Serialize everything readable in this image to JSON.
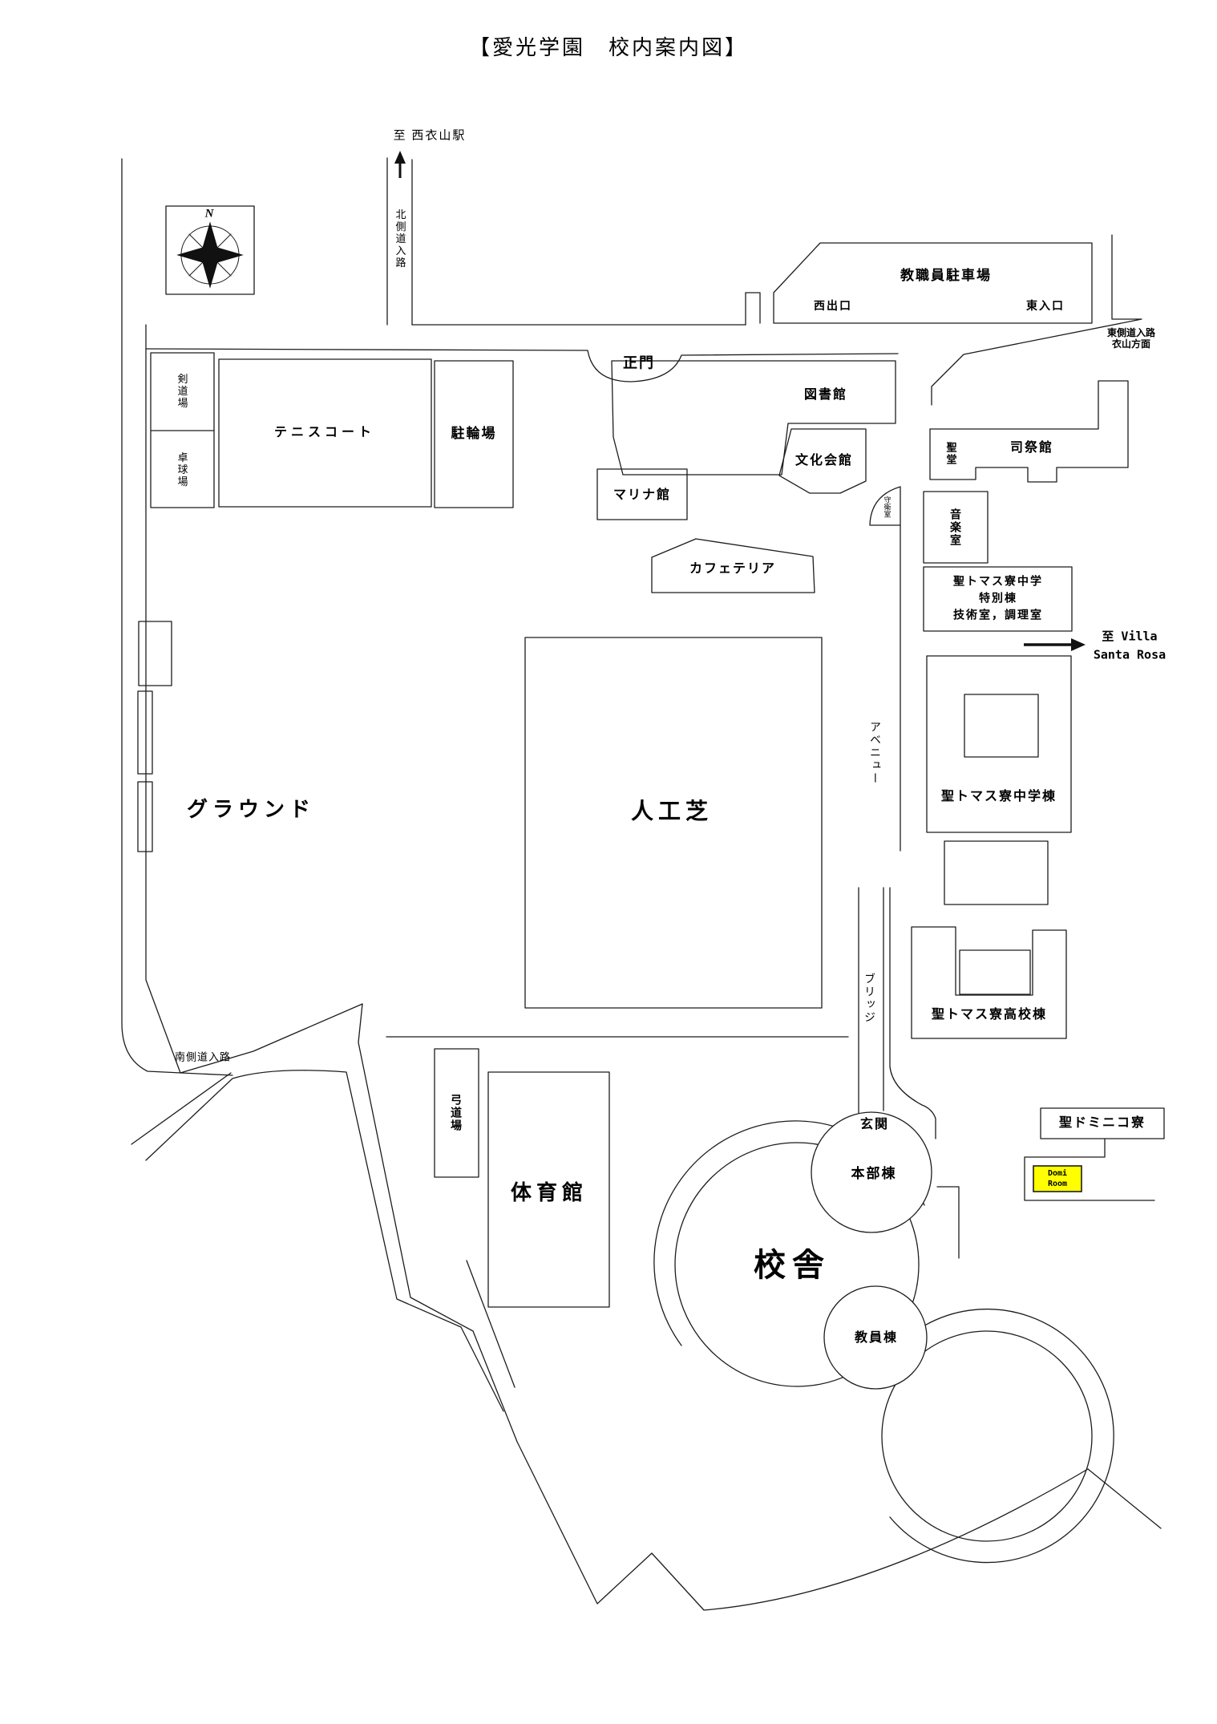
{
  "title": "【愛光学園　校内案内図】",
  "compass": {
    "north_label": "N"
  },
  "roads": {
    "to_station": "至 西衣山駅",
    "north_approach": "北側道入路",
    "east_approach_line1": "東側道入路",
    "east_approach_line2": "衣山方面",
    "south_approach": "南側道入路",
    "main_gate": "正門",
    "avenue": "アベニュー",
    "bridge": "ブリッジ",
    "to_villa_line1": "至  Villa",
    "to_villa_line2": "Santa Rosa"
  },
  "parking": {
    "name": "教職員駐車場",
    "west_exit": "西出口",
    "east_entrance": "東入口"
  },
  "buildings": {
    "kendo": "剣道場",
    "table_tennis": "卓球場",
    "tennis": "テニスコート",
    "bicycle": "駐輪場",
    "library": "図書館",
    "culture_hall": "文化会館",
    "marina": "マリナ館",
    "guard_room": "守衛室",
    "chapel": "聖堂",
    "priest_house": "司祭館",
    "music_room": "音楽室",
    "cafeteria": "カフェテリア",
    "st_thomas_special_line1": "聖トマス寮中学",
    "st_thomas_special_line2": "特別棟",
    "st_thomas_special_line3": "技術室，調理室",
    "st_thomas_jhs": "聖トマス寮中学棟",
    "st_thomas_hs": "聖トマス寮高校棟",
    "st_dominic": "聖ドミニコ寮",
    "domi_room_line1": "Domi",
    "domi_room_line2": "Room",
    "ground": "グラウンド",
    "turf": "人工芝",
    "archery": "弓道場",
    "gym": "体育館",
    "entrance": "玄関",
    "hq": "本部棟",
    "school_bldg": "校舎",
    "faculty": "教員棟"
  },
  "colors": {
    "line": "#1c1c1c",
    "highlight": "#ffff00"
  }
}
